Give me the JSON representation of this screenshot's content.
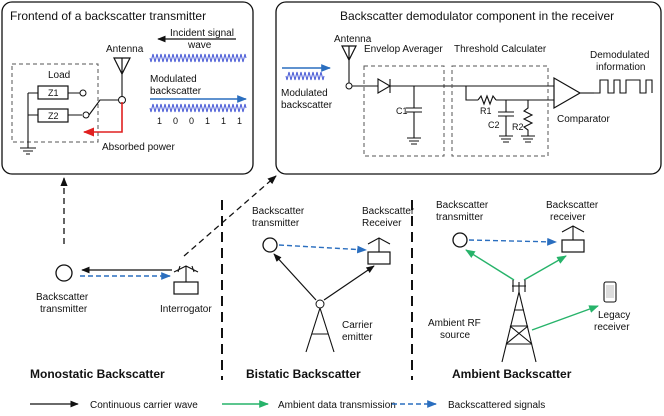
{
  "colors": {
    "blue": "#2a6ebf",
    "red": "#e02020",
    "green": "#27b36a",
    "black": "#111111",
    "wave_blue": "#4a5bd6"
  },
  "frontend": {
    "title": "Frontend of a backscatter transmitter",
    "load_label": "Load",
    "z1": "Z1",
    "z2": "Z2",
    "antenna": "Antenna",
    "incident": [
      "Incident signal",
      "wave"
    ],
    "modulated": [
      "Modulated",
      "backscatter"
    ],
    "bits": [
      "1",
      "0",
      "0",
      "1",
      "1",
      "1"
    ],
    "absorbed": "Absorbed power"
  },
  "demod": {
    "title": "Backscatter demodulator component in the receiver",
    "antenna": "Antenna",
    "modulated_in": [
      "Modulated",
      "backscatter"
    ],
    "envelope": "Envelop Averager",
    "threshold": "Threshold Calculater",
    "c1": "C1",
    "r1": "R1",
    "c2": "C2",
    "r2": "R2",
    "comparator": "Comparator",
    "output": [
      "Demodulated",
      "information"
    ]
  },
  "mono": {
    "transmitter": [
      "Backscatter",
      "transmitter"
    ],
    "interrogator": "Interrogator",
    "caption": "Monostatic Backscatter"
  },
  "bi": {
    "transmitter": [
      "Backscatter",
      "transmitter"
    ],
    "receiver": [
      "Backscatter",
      "Receiver"
    ],
    "emitter": [
      "Carrier",
      "emitter"
    ],
    "caption": "Bistatic Backscatter"
  },
  "ambient": {
    "transmitter": [
      "Backscatter",
      "transmitter"
    ],
    "receiver": [
      "Backscatter",
      "receiver"
    ],
    "source": [
      "Ambient RF",
      "source"
    ],
    "legacy": [
      "Legacy",
      "receiver"
    ],
    "caption": "Ambient Backscatter"
  },
  "legend": {
    "carrier": "Continuous carrier wave",
    "ambient_data": "Ambient data transmission",
    "backscattered": "Backscattered signals"
  }
}
